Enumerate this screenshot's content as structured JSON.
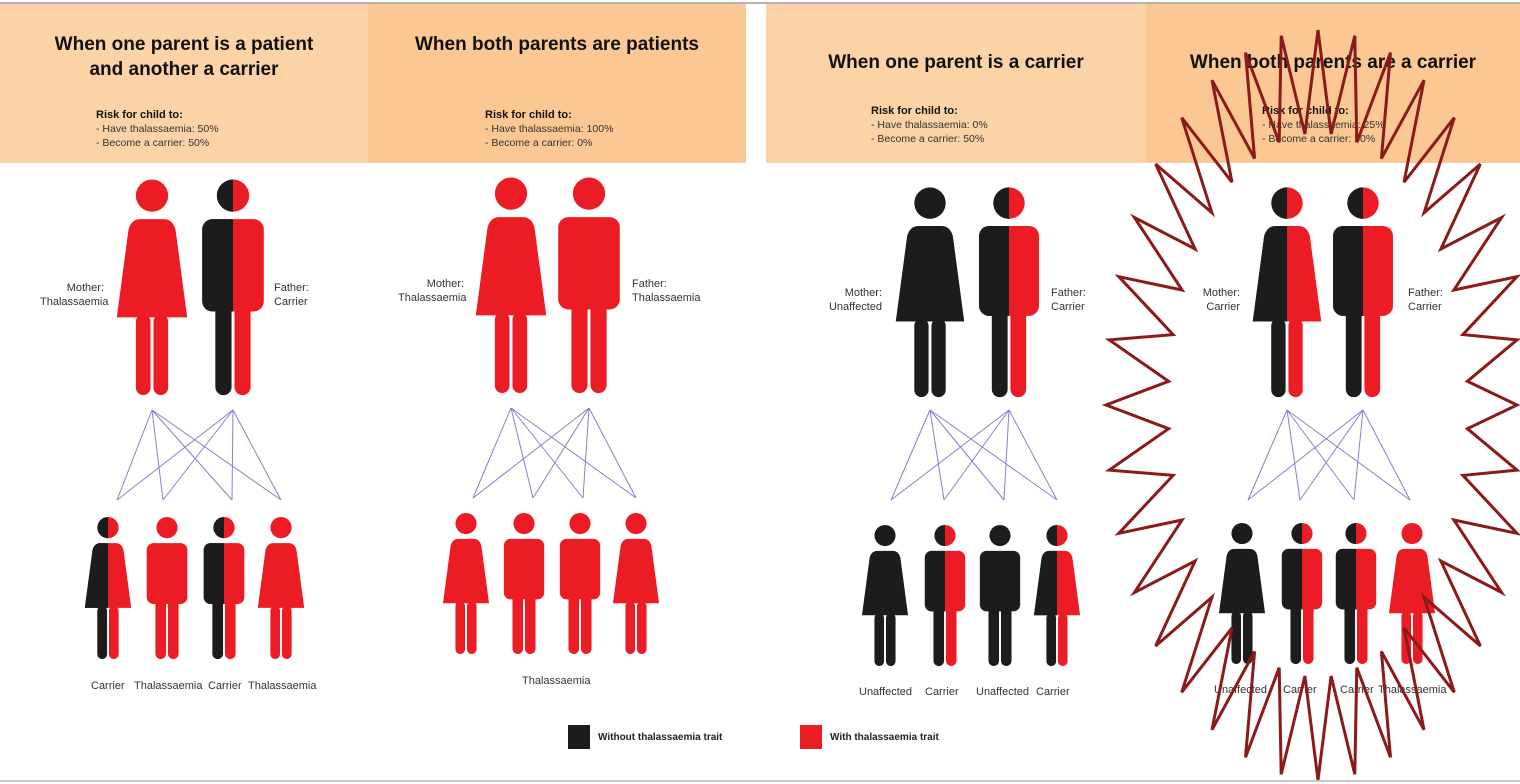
{
  "colors": {
    "without_trait": "#1c1c1c",
    "with_trait": "#ec1c24",
    "link_lines": "#8083c9",
    "header_bg_light": "#fcd3a6",
    "header_bg_dark": "#fbc894",
    "starburst_outline": "#8b1a1a"
  },
  "panels": [
    {
      "title": "When one parent is a patient and another a carrier",
      "risk_heading": "Risk for child to:",
      "risk_lines": [
        "- Have thalassaemia: 50%",
        "- Become a carrier: 50%"
      ],
      "mother_label": "Mother:",
      "mother_status": "Thalassaemia",
      "father_label": "Father:",
      "father_status": "Carrier",
      "children_labels": [
        "Carrier",
        "Thalassaemia",
        "Carrier",
        "Thalassaemia"
      ]
    },
    {
      "title": "When both parents are patients",
      "risk_heading": "Risk for child to:",
      "risk_lines": [
        "- Have thalassaemia: 100%",
        "- Become a carrier: 0%"
      ],
      "mother_label": "Mother:",
      "mother_status": "Thalassaemia",
      "father_label": "Father:",
      "father_status": "Thalassaemia",
      "children_caption": "Thalassaemia"
    },
    {
      "title": "When one parent is a carrier",
      "risk_heading": "Risk for child to:",
      "risk_lines": [
        "- Have thalassaemia: 0%",
        "- Become a carrier: 50%"
      ],
      "mother_label": "Mother:",
      "mother_status": "Unaffected",
      "father_label": "Father:",
      "father_status": "Carrier",
      "children_labels": [
        "Unaffected",
        "Carrier",
        "Unaffected",
        "Carrier"
      ]
    },
    {
      "title": "When both parents are a carrier",
      "risk_heading": "Risk for child to:",
      "risk_lines": [
        "- Have thalassaemia: 25%",
        "- Become a carrier: 50%"
      ],
      "mother_label": "Mother:",
      "mother_status": "Carrier",
      "father_label": "Father:",
      "father_status": "Carrier",
      "children_labels": [
        "Unaffected",
        "Carrier",
        "Carrier",
        "Thalassaemia"
      ]
    }
  ],
  "legend": {
    "without_label": "Without thalassaemia trait",
    "with_label": "With thalassaemia trait"
  }
}
